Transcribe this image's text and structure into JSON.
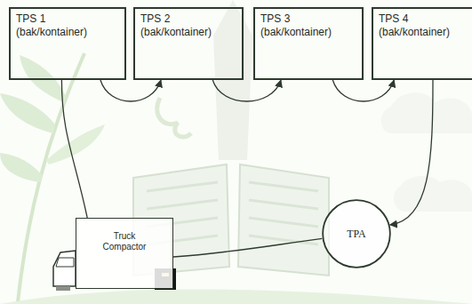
{
  "diagram": {
    "nodes": [
      {
        "text": [
          "TPS 1",
          "(bak/kontainer)"
        ]
      },
      {
        "text": [
          "TPS 2",
          "(bak/kontainer)"
        ]
      },
      {
        "text": [
          "TPS 3",
          "(bak/kontainer)"
        ]
      },
      {
        "text": [
          "TPS 4",
          "(bak/kontainer)"
        ]
      },
      {
        "text": [
          "Truck Compactor"
        ]
      },
      {
        "text": [
          "TPA"
        ]
      }
    ],
    "edges": [
      {
        "from": 0,
        "to": 1,
        "arrow": "to"
      },
      {
        "from": 1,
        "to": 2,
        "arrow": "to"
      },
      {
        "from": 2,
        "to": 3,
        "arrow": "to"
      },
      {
        "from": 3,
        "to": 5,
        "arrow": "to"
      },
      {
        "from": 4,
        "to": 0,
        "arrow": "none"
      },
      {
        "from": 4,
        "to": 5,
        "arrow": "none"
      }
    ]
  }
}
